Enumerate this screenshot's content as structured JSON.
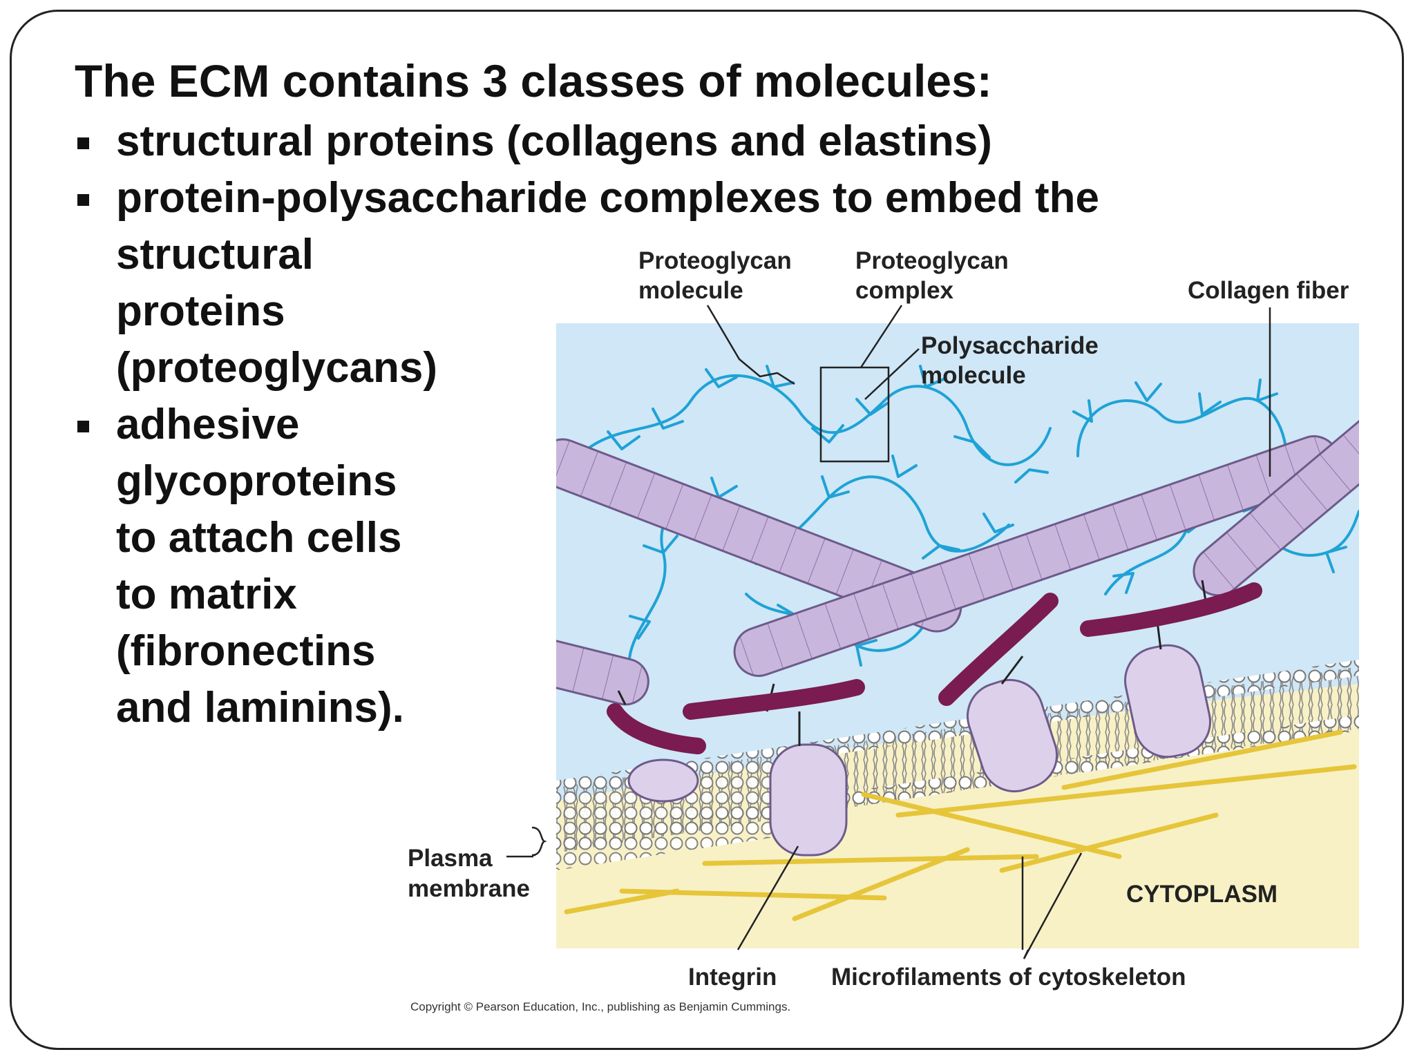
{
  "slide": {
    "heading": "The ECM contains 3 classes of molecules:",
    "bullets": [
      {
        "lines": [
          "structural proteins (collagens and elastins)"
        ]
      },
      {
        "lines": [
          "protein-polysaccharide complexes to embed the",
          "structural",
          "proteins",
          "(proteoglycans)"
        ]
      },
      {
        "lines": [
          "adhesive",
          "glycoproteins",
          "to attach cells",
          "to matrix",
          "(fibronectins",
          "and laminins)."
        ]
      }
    ]
  },
  "figure": {
    "labels": {
      "proteoglycan_molecule": [
        "Proteoglycan",
        "molecule"
      ],
      "proteoglycan_complex": [
        "Proteoglycan",
        "complex"
      ],
      "collagen_fiber": "Collagen fiber",
      "polysaccharide_molecule": [
        "Polysaccharide",
        "molecule"
      ],
      "plasma_membrane": [
        "Plasma",
        "membrane"
      ],
      "cytoplasm": "CYTOPLASM",
      "integrin": "Integrin",
      "microfilaments": "Microfilaments of cytoskeleton"
    },
    "copyright": "Copyright © Pearson Education, Inc., publishing as Benjamin Cummings.",
    "colors": {
      "ecm_background": "#cfe7f6",
      "cytoplasm": "#f8f1c6",
      "polysaccharide": "#1fa2d6",
      "collagen": "#c9b6dc",
      "fibronectin": "#7a1b52",
      "integrin": "#ddd0ea",
      "microfilament": "#e6c53a"
    }
  }
}
